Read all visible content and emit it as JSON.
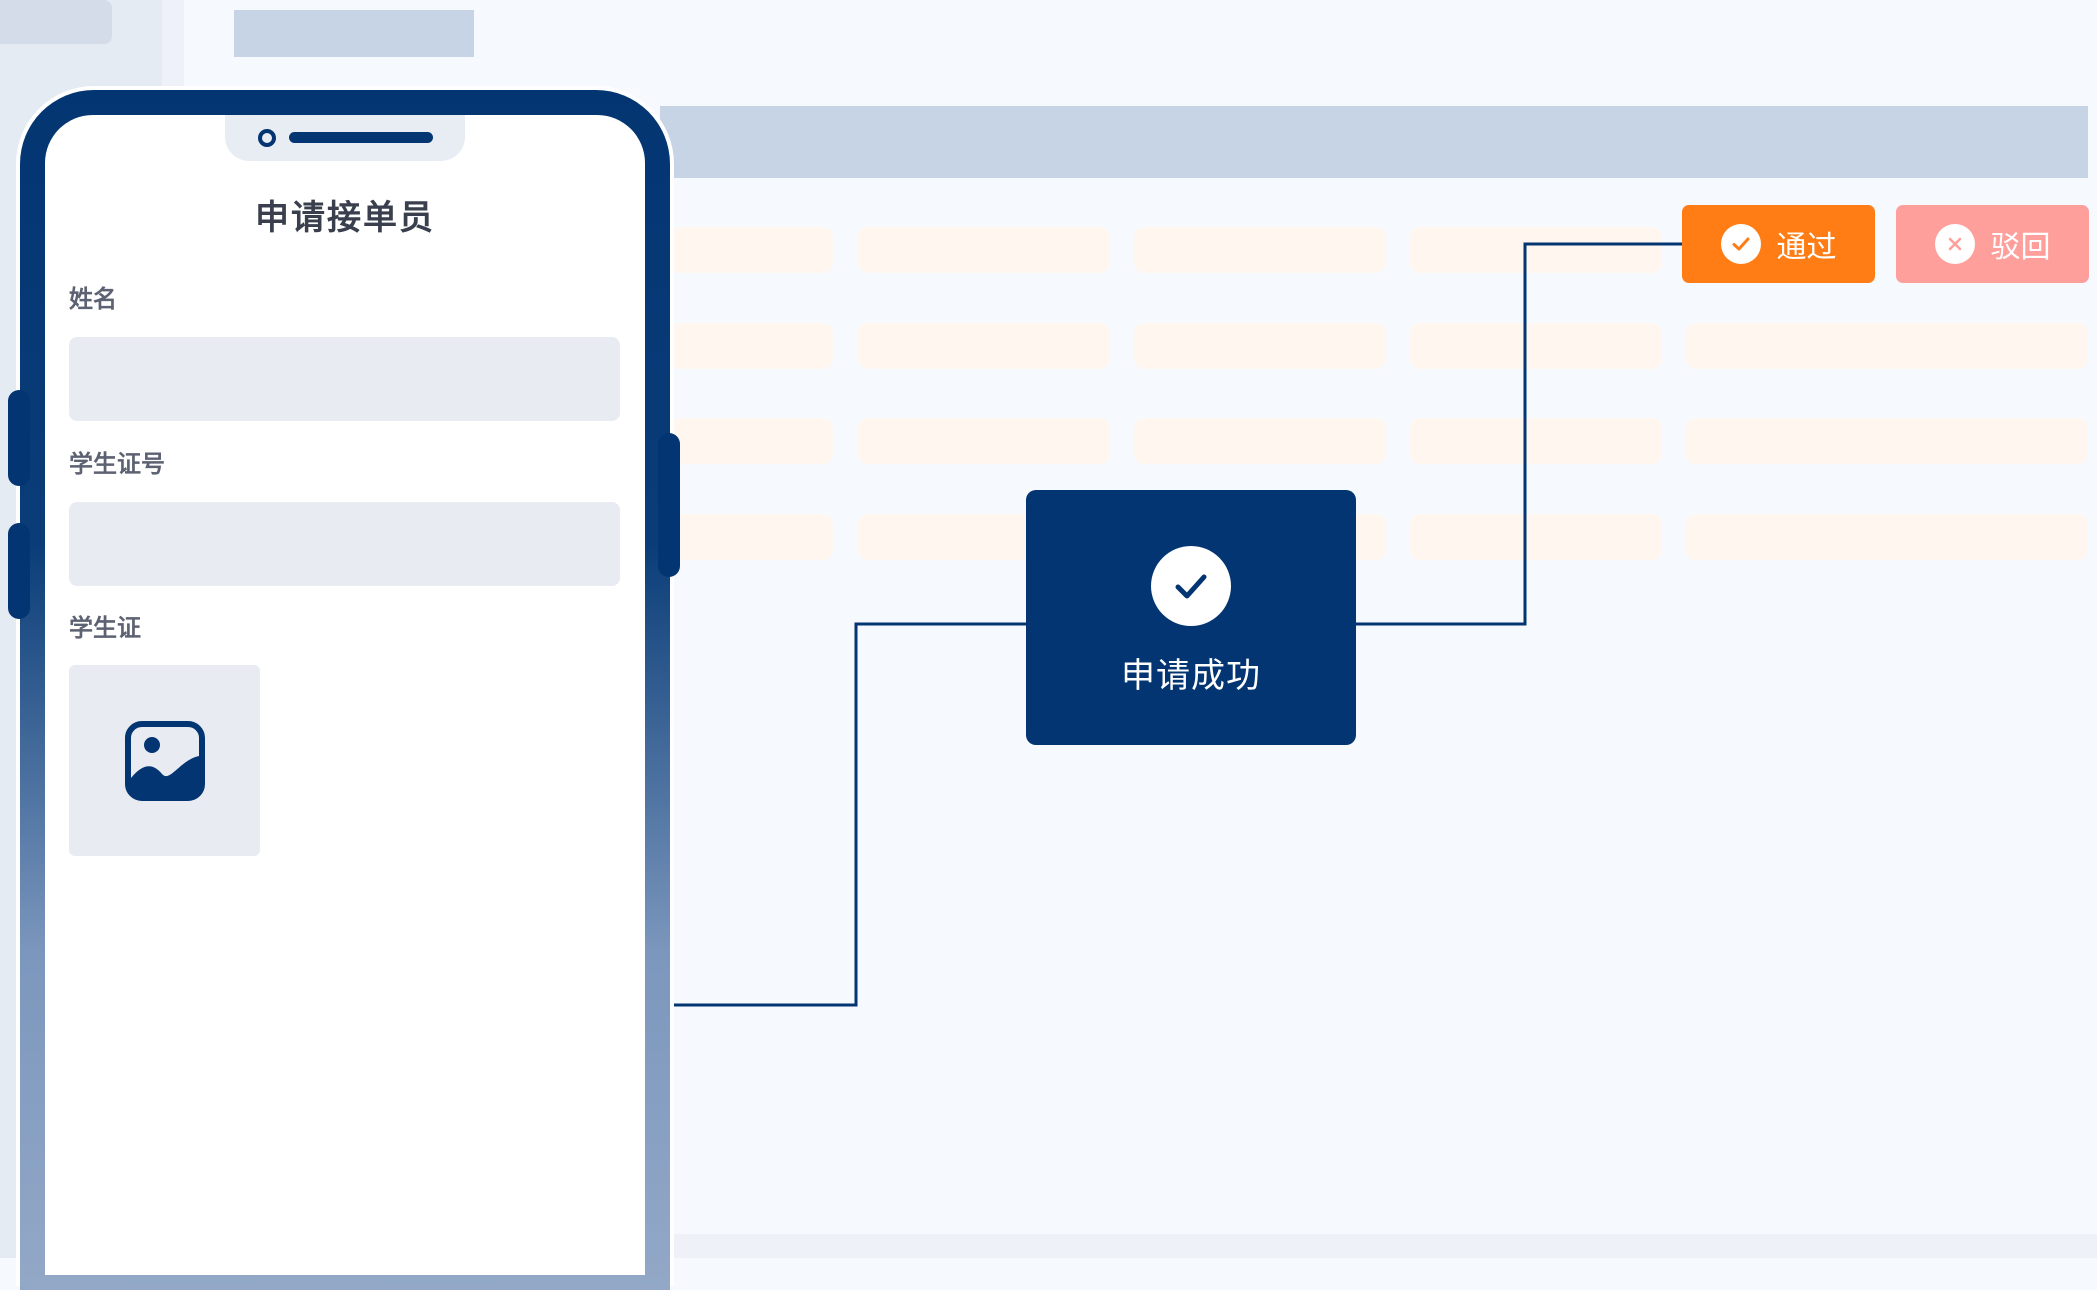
{
  "form": {
    "title": "申请接单员",
    "fields": [
      {
        "label": "姓名",
        "value": ""
      },
      {
        "label": "学生证号",
        "value": ""
      }
    ],
    "upload_label": "学生证",
    "upload_icon": "image-icon"
  },
  "actions": {
    "approve_label": "通过",
    "approve_icon": "check-circle-icon",
    "reject_label": "驳回",
    "reject_icon": "x-circle-icon"
  },
  "status_card": {
    "text": "申请成功",
    "icon": "check-circle-icon"
  },
  "colors": {
    "navy": "#033572",
    "approve": "#ff7d14",
    "reject": "#ff9f9c",
    "table_header": "#c7d4e5",
    "table_cell": "#fff6ef"
  }
}
